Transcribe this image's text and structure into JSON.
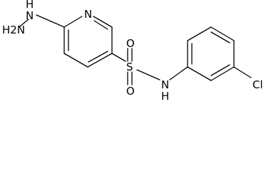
{
  "molecule": {
    "atoms": {
      "hydrazine_nh2": "H2N",
      "hydrazine_nh": "H",
      "hydrazine_n": "N",
      "pyridine_n": "N",
      "sulfur": "S",
      "oxygen_top": "O",
      "oxygen_bottom": "O",
      "amide_n": "N",
      "amide_h": "H",
      "chlorine": "Cl"
    }
  }
}
